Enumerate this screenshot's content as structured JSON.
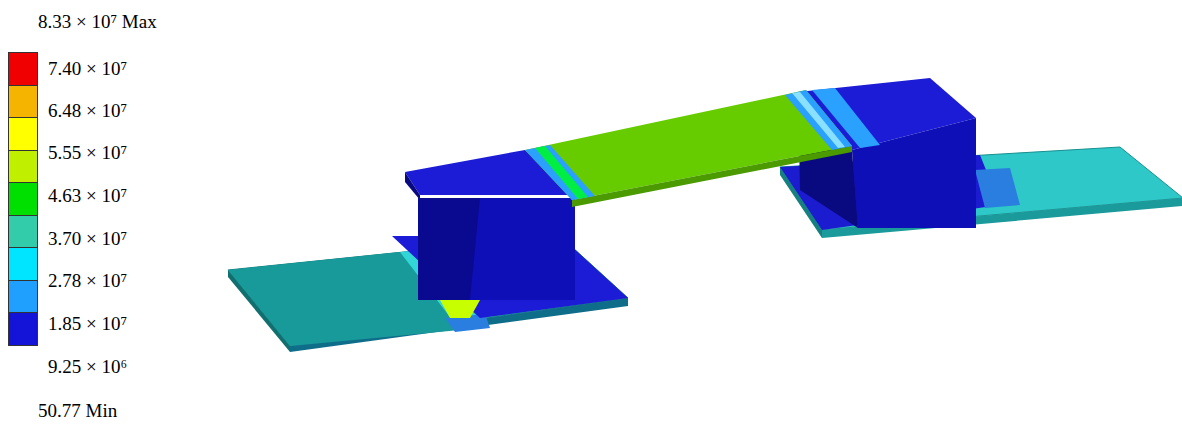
{
  "diagram": {
    "labels": [
      "8.33 × 10⁷ Max"
    ],
    "legend": [
      {
        "text": "7.40 × 10⁷",
        "color": "#f00000"
      },
      {
        "text": "6.48 × 10⁷",
        "color": "#f5b400"
      },
      {
        "text": "5.55 × 10⁷",
        "color": "#ffff00"
      },
      {
        "text": "4.63 × 10⁷",
        "color": "#c0f000"
      },
      {
        "text": "3.70 × 10⁷",
        "color": "#00e000"
      },
      {
        "text": "2.78 × 10⁷",
        "color": "#33ccaa"
      },
      {
        "text": "1.85 × 10⁷",
        "color": "#00e5ff"
      },
      {
        "text": "9.25 × 10⁶",
        "color": "#1fa0ff"
      },
      {
        "text": "50.77 Min",
        "color": "#1414d8"
      }
    ]
  }
}
